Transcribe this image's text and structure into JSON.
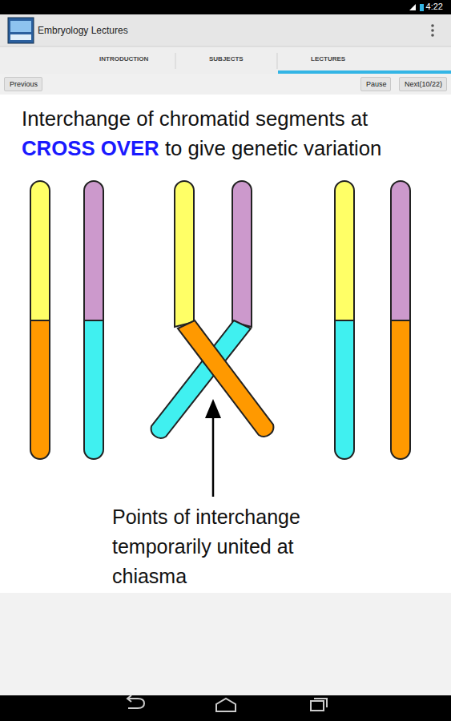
{
  "diagram": {
    "nodes": [
      {
        "text": [
          "Previous"
        ]
      },
      {
        "text": [
          "Pause"
        ]
      },
      {
        "text": [
          "Next(10/22)"
        ]
      }
    ],
    "labels": [
      "4:22",
      "Embryology Lectures",
      "INTRODUCTION",
      "SUBJECTS",
      "LECTURES",
      "Interchange of chromatid segments at",
      "CROSS OVER",
      "to give genetic variation",
      "Points of interchange temporarily united at chiasma"
    ]
  }
}
